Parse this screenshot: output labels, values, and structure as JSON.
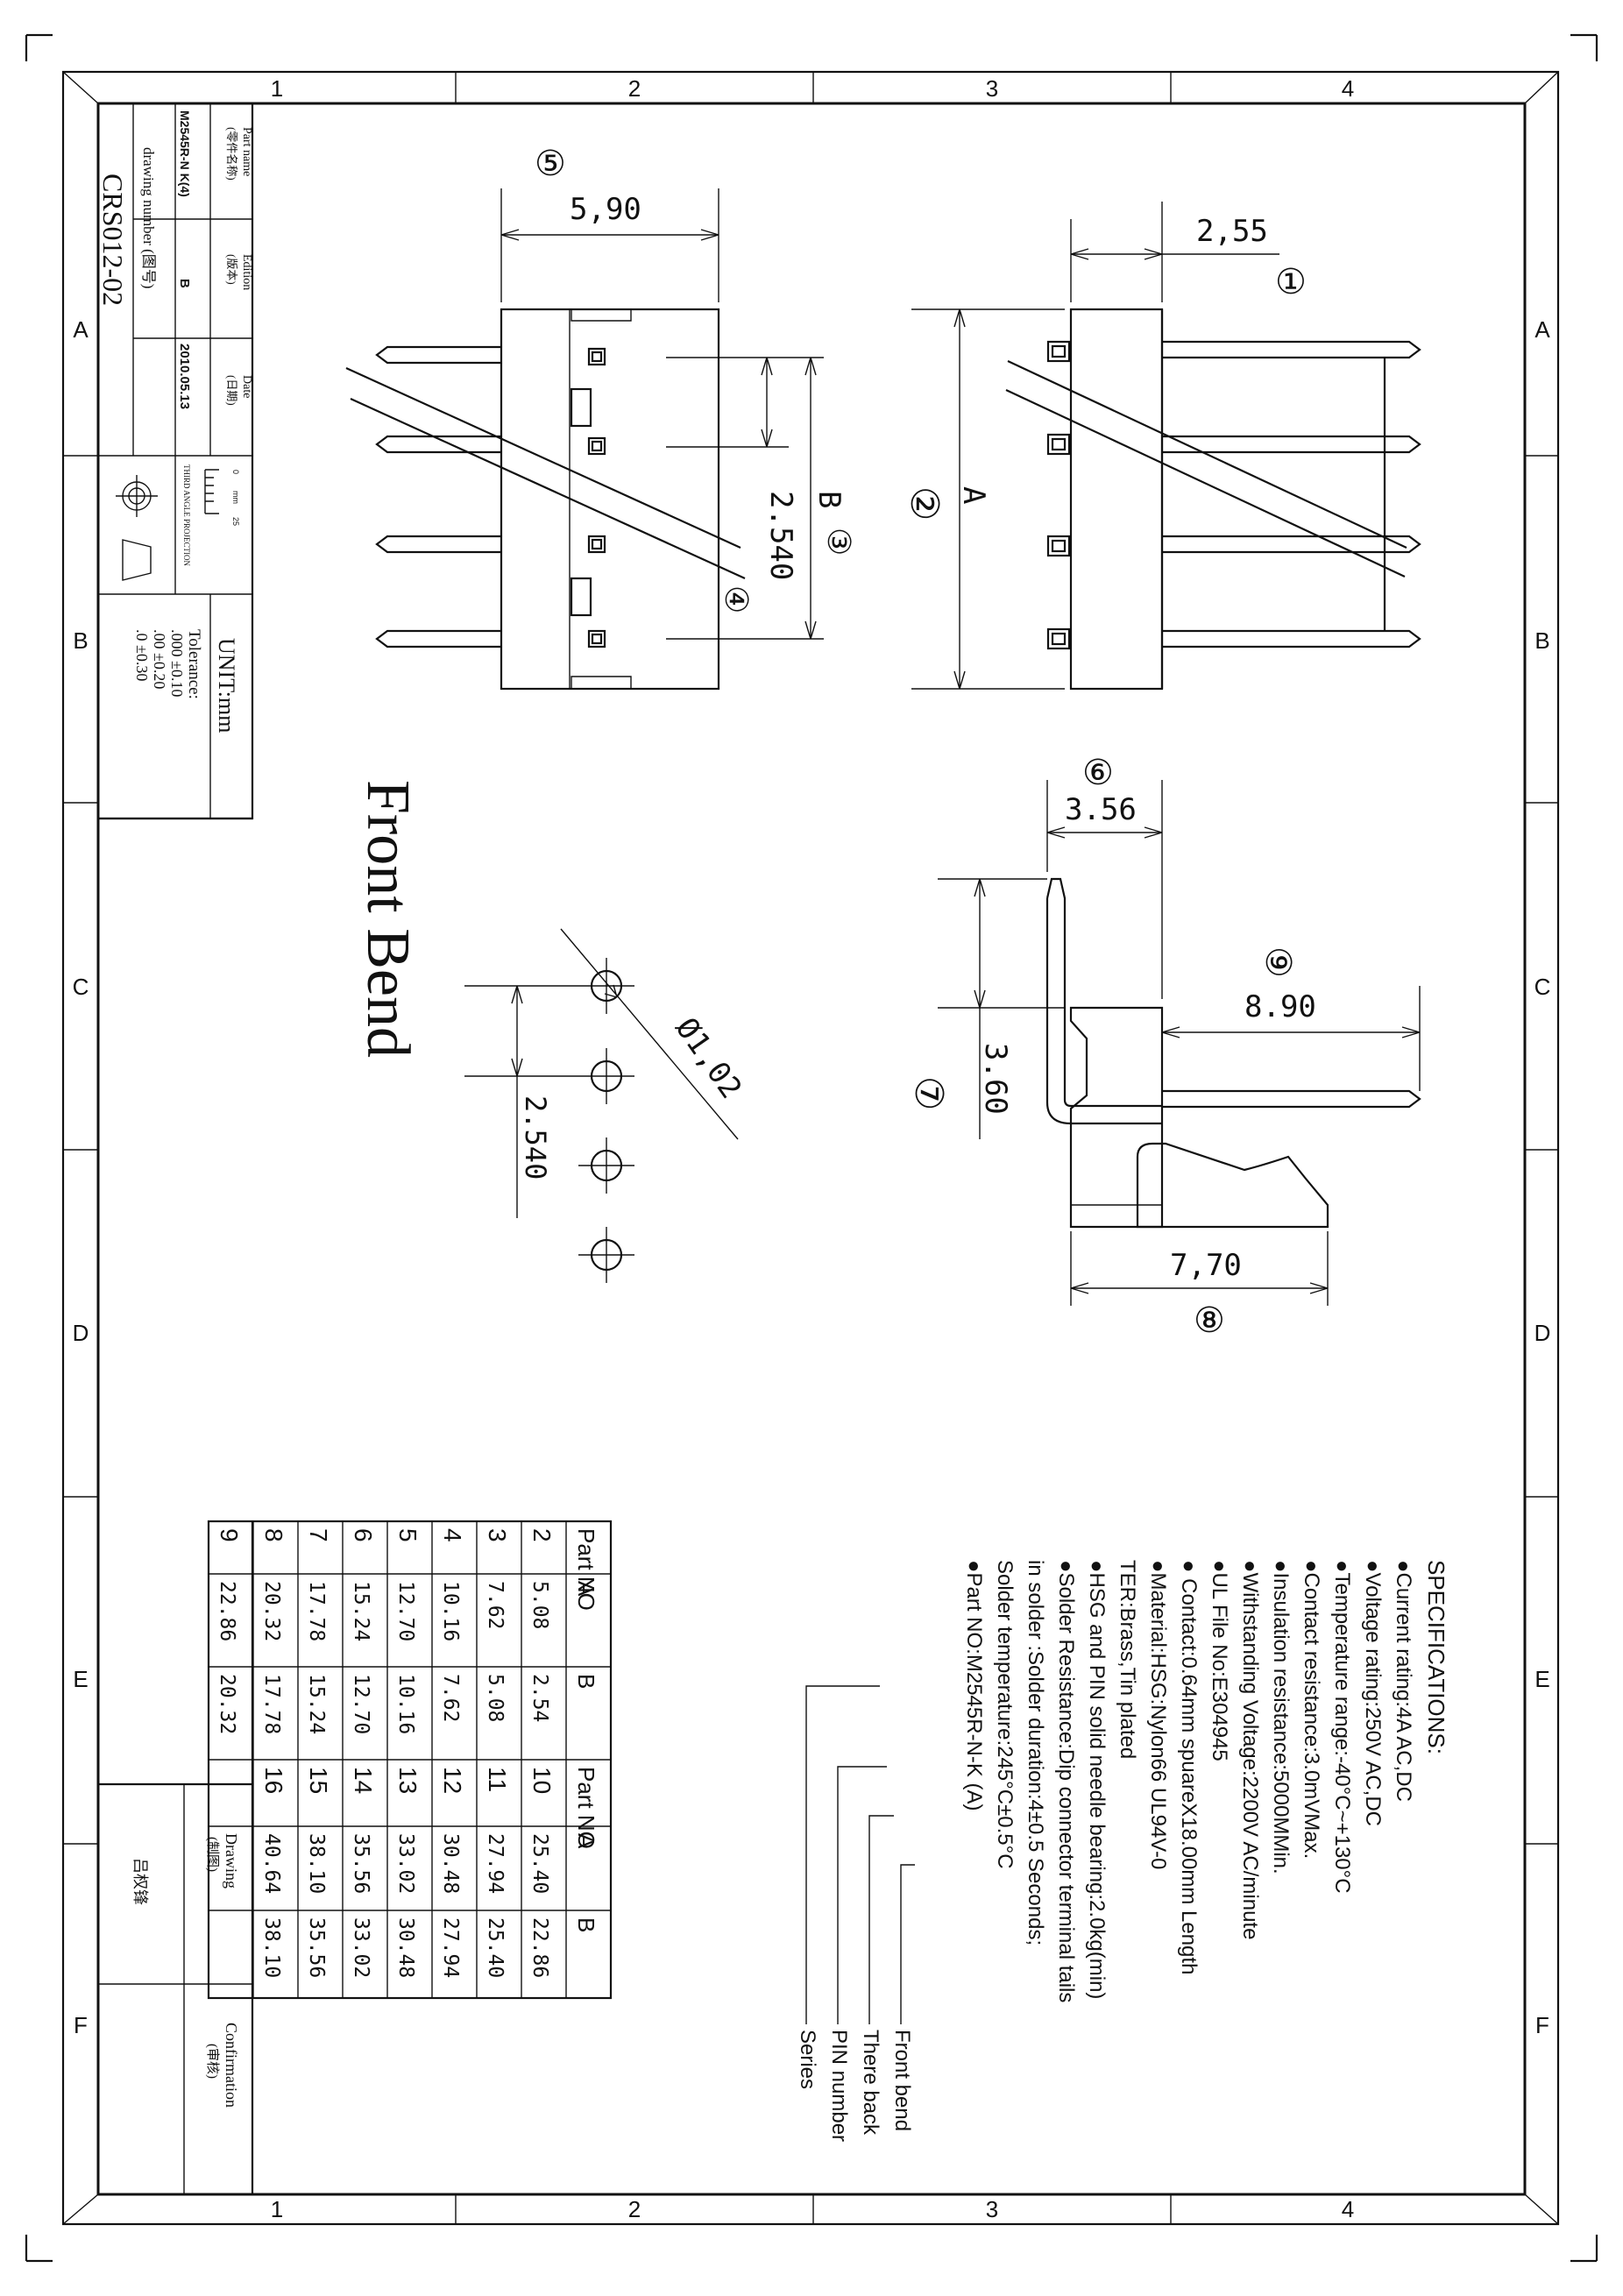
{
  "zones": {
    "cols": [
      "1",
      "2",
      "3",
      "4"
    ],
    "rows": [
      "A",
      "B",
      "C",
      "D",
      "E",
      "F"
    ]
  },
  "title_block": {
    "part_name_label": "Part name",
    "part_name_label_cn": "(零件名称)",
    "part_name": "M2545R-N K(4)",
    "edition_label": "Edition",
    "edition_label_cn": "(版本)",
    "edition": "B",
    "date_label": "Date",
    "date_label_cn": "(日期)",
    "date": "2010.05.13",
    "drawing_number_label": "drawing number (图号)",
    "drawing_number": "CRS012-02",
    "projection": "THIRD ANGLE PROJECTION",
    "scale_zero": "0",
    "scale_mm": "mm",
    "scale_end": "25",
    "unit": "UNIT:mm",
    "tolerance_label": "Tolerance:",
    "tolerance_lines": [
      ".000  ±0.10",
      ".00  ±0.20",
      ".0   ±0.30"
    ],
    "drawing_label": "Drawing",
    "drawing_label_cn": "(制图)",
    "drawer": "吕权锋",
    "confirmation_label": "Confirmation",
    "confirmation_label_cn": "(审核)"
  },
  "views": {
    "front_bend_label": "Front Bend",
    "dims": {
      "d590": "5,90",
      "d255": "2,55",
      "b": "B",
      "pitch": "2.540",
      "a": "A",
      "d356": "3.56",
      "d890": "8.90",
      "d360": "3.60",
      "d770": "7,70",
      "hole": "Ø1,02",
      "hole_pitch": "2.540"
    },
    "callouts": [
      "①",
      "②",
      "③",
      "④",
      "⑤",
      "⑥",
      "⑦",
      "⑧",
      "⑨"
    ]
  },
  "table": {
    "headers": [
      "Part NO",
      "A",
      "B",
      "Part NO",
      "A",
      "B"
    ],
    "rows": [
      [
        "2",
        "5.08",
        "2.54",
        "10",
        "25.40",
        "22.86"
      ],
      [
        "3",
        "7.62",
        "5.08",
        "11",
        "27.94",
        "25.40"
      ],
      [
        "4",
        "10.16",
        "7.62",
        "12",
        "30.48",
        "27.94"
      ],
      [
        "5",
        "12.70",
        "10.16",
        "13",
        "33.02",
        "30.48"
      ],
      [
        "6",
        "15.24",
        "12.70",
        "14",
        "35.56",
        "33.02"
      ],
      [
        "7",
        "17.78",
        "15.24",
        "15",
        "38.10",
        "35.56"
      ],
      [
        "8",
        "20.32",
        "17.78",
        "16",
        "40.64",
        "38.10"
      ],
      [
        "9",
        "22.86",
        "20.32",
        "",
        "",
        ""
      ]
    ]
  },
  "specifications": {
    "title": "SPECIFICATIONS:",
    "lines": [
      "●Current rating:4A AC,DC",
      "●Voltage rating:250V AC,DC",
      "●Temperature range:-40°C~+130°C",
      "●Contact resistance:3.0mVMax.",
      "●Insulation resistance:5000MMin.",
      "●Withstanding Voltage:2200V AC/minute",
      "●UL File No:E304945",
      " ● Contact:0.64mm  spuareX18.00mm Length",
      "●Material:HSG:Nylon66 UL94V-0",
      "          TER:Brass,Tin plated",
      "●HSG and PIN solid needle bearing:2.0kg(min)",
      "●Solder Resistance:Dip connector terminal tails",
      "  in solder :Solder duration:4±0.5 Seconds;",
      "  Solder temperature:245°C±0.5°C",
      "●Part NO:M2545R-N-K (A)"
    ],
    "legend": [
      "Front bend",
      "There back",
      "PIN number",
      "Series"
    ]
  }
}
